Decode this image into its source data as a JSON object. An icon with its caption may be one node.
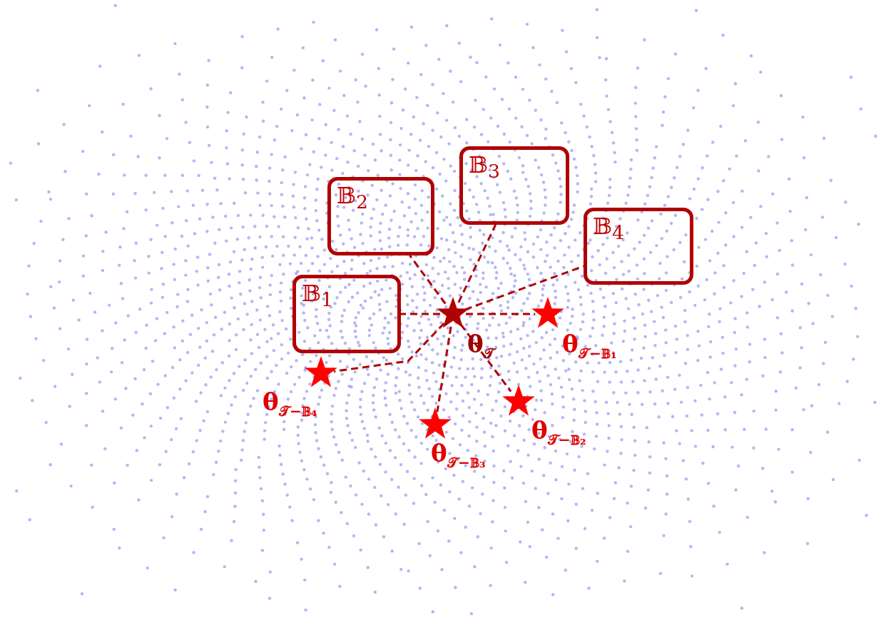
{
  "diagram": {
    "nodes": [
      {
        "text": [],
        "shape": "star",
        "beside": [
          "θ$_{𝒯}$"
        ]
      },
      {
        "text": [
          "𝔹$_{1}$"
        ]
      },
      {
        "text": [
          "𝔹$_{2}$"
        ]
      },
      {
        "text": [
          "𝔹$_{3}$"
        ]
      },
      {
        "text": [
          "𝔹$_{4}$"
        ]
      },
      {
        "text": [],
        "shape": "star",
        "beside": [
          "θ$_{𝒯−𝔹₁}$"
        ]
      },
      {
        "text": [],
        "shape": "star",
        "beside": [
          "θ$_{𝒯−𝔹₂}$"
        ]
      },
      {
        "text": [],
        "shape": "star",
        "beside": [
          "θ$_{𝒯−𝔹₃}$"
        ]
      },
      {
        "text": [],
        "shape": "star",
        "beside": [
          "θ$_{𝒯−𝔹₄}$"
        ]
      }
    ],
    "edges": [
      {
        "from": 0,
        "to": 1,
        "arrow": "none",
        "style": "dashed"
      },
      {
        "from": 0,
        "to": 2,
        "arrow": "none",
        "style": "dashed"
      },
      {
        "from": 0,
        "to": 3,
        "arrow": "none",
        "style": "dashed"
      },
      {
        "from": 0,
        "to": 4,
        "arrow": "none",
        "style": "dashed"
      },
      {
        "from": 0,
        "to": 5,
        "arrow": "none",
        "style": "dashed"
      },
      {
        "from": 0,
        "to": 6,
        "arrow": "none",
        "style": "dashed"
      },
      {
        "from": 0,
        "to": 7,
        "arrow": "none",
        "style": "dashed"
      },
      {
        "from": 0,
        "to": 8,
        "arrow": "none",
        "style": "dashed"
      }
    ]
  }
}
